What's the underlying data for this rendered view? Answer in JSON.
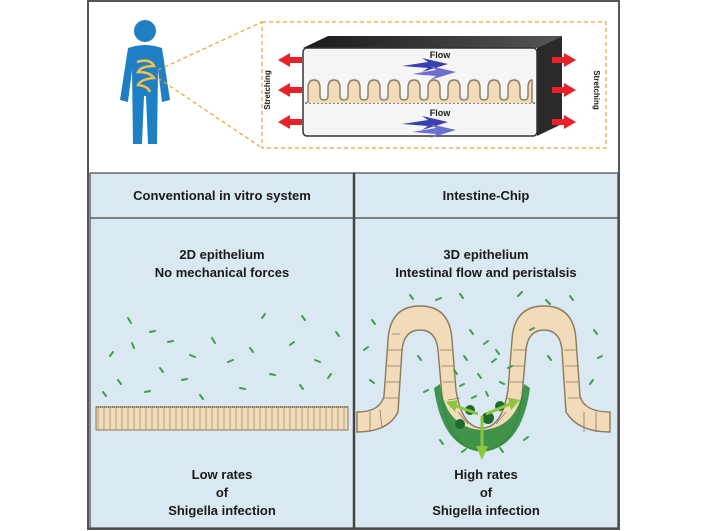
{
  "top_panel": {
    "flow_top_label": "Flow",
    "flow_bottom_label": "Flow",
    "stretching_left_label": "Stretching",
    "stretching_right_label": "Stretching"
  },
  "left_panel": {
    "header": "Conventional in vitro system",
    "subtitle_line1": "2D epithelium",
    "subtitle_line2": "No mechanical forces",
    "result_line1": "Low rates",
    "result_line2": "of",
    "result_line3": "Shigella infection"
  },
  "right_panel": {
    "header": "Intestine-Chip",
    "subtitle_line1": "3D epithelium",
    "subtitle_line2": "Intestinal flow and peristalsis",
    "result_line1": "High rates",
    "result_line2": "of",
    "result_line3": "Shigella infection"
  },
  "colors": {
    "panel_bg": "#d9e8f1",
    "cell": "#f2dbb8",
    "cell_border": "#8a7a60",
    "bacteria": "#3aa146",
    "infected_cell": "#2e8b3e",
    "arrow_red": "#e8202a",
    "arrow_green": "#8cc63f",
    "flow_blue": "#3a3fb0",
    "human": "#1f7fc4",
    "dashed_orange": "#f0a030"
  }
}
